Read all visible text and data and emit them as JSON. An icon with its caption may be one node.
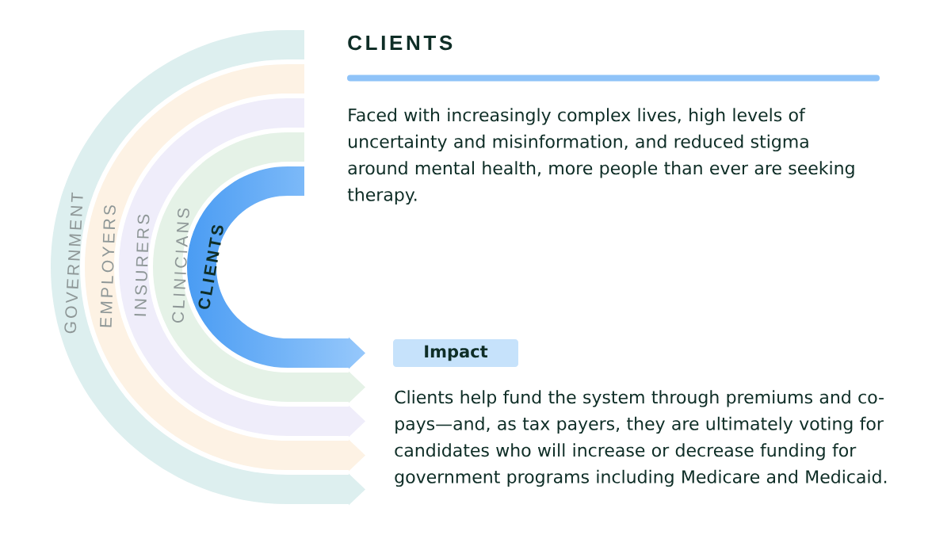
{
  "diagram": {
    "title": "CLIENTS",
    "nodes": [
      {
        "text": [
          "GOVERNMENT"
        ]
      },
      {
        "text": [
          "EMPLOYERS"
        ]
      },
      {
        "text": [
          "INSURERS"
        ]
      },
      {
        "text": [
          "CLINICIANS"
        ]
      },
      {
        "text": [
          "CLIENTS"
        ]
      },
      {
        "text": [
          "Impact"
        ]
      }
    ],
    "labels": [
      "Faced with increasingly complex lives, high levels of uncertainty and misinformation, and reduced stigma around mental health, more people than ever are seeking therapy.",
      "Clients help fund the system through premiums and co-pays—and, as tax payers, they are ultimately voting for candidates who will increase or decrease funding for government programs including Medicare and Medicaid."
    ]
  }
}
